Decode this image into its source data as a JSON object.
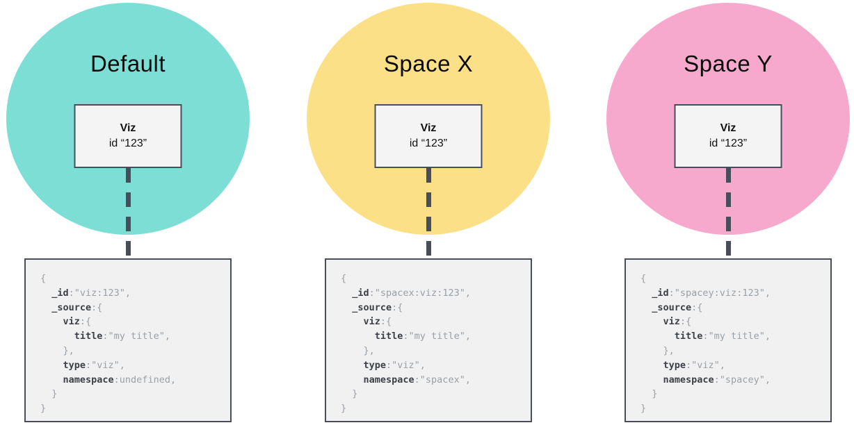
{
  "palette": {
    "slate": "#474e5a",
    "key_text": "#3c4046",
    "plain_text": "#9aa0a5",
    "node_box_bg": "#f4f4f4",
    "code_box_bg": "#f1f1f2",
    "title_text": "#0b0b0b"
  },
  "groups": [
    {
      "title": "Default",
      "circle_color": "#7dded5",
      "viz_label": "Viz",
      "viz_id": "id “123”",
      "code": [
        [
          {
            "k": false,
            "t": "{"
          }
        ],
        [
          {
            "k": false,
            "t": "  "
          },
          {
            "k": true,
            "t": "_id"
          },
          {
            "k": false,
            "t": ":\"viz:123\","
          }
        ],
        [
          {
            "k": false,
            "t": "  "
          },
          {
            "k": true,
            "t": "_source"
          },
          {
            "k": false,
            "t": ":{"
          }
        ],
        [
          {
            "k": false,
            "t": "    "
          },
          {
            "k": true,
            "t": "viz"
          },
          {
            "k": false,
            "t": ":{"
          }
        ],
        [
          {
            "k": false,
            "t": "      "
          },
          {
            "k": true,
            "t": "title"
          },
          {
            "k": false,
            "t": ":\"my title\","
          }
        ],
        [
          {
            "k": false,
            "t": "    },"
          }
        ],
        [
          {
            "k": false,
            "t": "    "
          },
          {
            "k": true,
            "t": "type"
          },
          {
            "k": false,
            "t": ":\"viz\","
          }
        ],
        [
          {
            "k": false,
            "t": "    "
          },
          {
            "k": true,
            "t": "namespace"
          },
          {
            "k": false,
            "t": ":undefined,"
          }
        ],
        [
          {
            "k": false,
            "t": "  }"
          }
        ],
        [
          {
            "k": false,
            "t": "}"
          }
        ]
      ]
    },
    {
      "title": "Space X",
      "circle_color": "#fce088",
      "viz_label": "Viz",
      "viz_id": "id “123”",
      "code": [
        [
          {
            "k": false,
            "t": "{"
          }
        ],
        [
          {
            "k": false,
            "t": "  "
          },
          {
            "k": true,
            "t": "_id"
          },
          {
            "k": false,
            "t": ":\"spacex:viz:123\","
          }
        ],
        [
          {
            "k": false,
            "t": "  "
          },
          {
            "k": true,
            "t": "_source"
          },
          {
            "k": false,
            "t": ":{"
          }
        ],
        [
          {
            "k": false,
            "t": "    "
          },
          {
            "k": true,
            "t": "viz"
          },
          {
            "k": false,
            "t": ":{"
          }
        ],
        [
          {
            "k": false,
            "t": "      "
          },
          {
            "k": true,
            "t": "title"
          },
          {
            "k": false,
            "t": ":\"my title\","
          }
        ],
        [
          {
            "k": false,
            "t": "    },"
          }
        ],
        [
          {
            "k": false,
            "t": "    "
          },
          {
            "k": true,
            "t": "type"
          },
          {
            "k": false,
            "t": ":\"viz\","
          }
        ],
        [
          {
            "k": false,
            "t": "    "
          },
          {
            "k": true,
            "t": "namespace"
          },
          {
            "k": false,
            "t": ":\"spacex\","
          }
        ],
        [
          {
            "k": false,
            "t": "  }"
          }
        ],
        [
          {
            "k": false,
            "t": "}"
          }
        ]
      ]
    },
    {
      "title": "Space Y",
      "circle_color": "#f6a8cd",
      "viz_label": "Viz",
      "viz_id": "id “123”",
      "code": [
        [
          {
            "k": false,
            "t": "{"
          }
        ],
        [
          {
            "k": false,
            "t": "  "
          },
          {
            "k": true,
            "t": "_id"
          },
          {
            "k": false,
            "t": ":\"spacey:viz:123\","
          }
        ],
        [
          {
            "k": false,
            "t": "  "
          },
          {
            "k": true,
            "t": "_source"
          },
          {
            "k": false,
            "t": ":{"
          }
        ],
        [
          {
            "k": false,
            "t": "    "
          },
          {
            "k": true,
            "t": "viz"
          },
          {
            "k": false,
            "t": ":{"
          }
        ],
        [
          {
            "k": false,
            "t": "      "
          },
          {
            "k": true,
            "t": "title"
          },
          {
            "k": false,
            "t": ":\"my title\","
          }
        ],
        [
          {
            "k": false,
            "t": "    },"
          }
        ],
        [
          {
            "k": false,
            "t": "    "
          },
          {
            "k": true,
            "t": "type"
          },
          {
            "k": false,
            "t": ":\"viz\","
          }
        ],
        [
          {
            "k": false,
            "t": "    "
          },
          {
            "k": true,
            "t": "namespace"
          },
          {
            "k": false,
            "t": ":\"spacey\","
          }
        ],
        [
          {
            "k": false,
            "t": "  }"
          }
        ],
        [
          {
            "k": false,
            "t": "}"
          }
        ]
      ]
    }
  ]
}
